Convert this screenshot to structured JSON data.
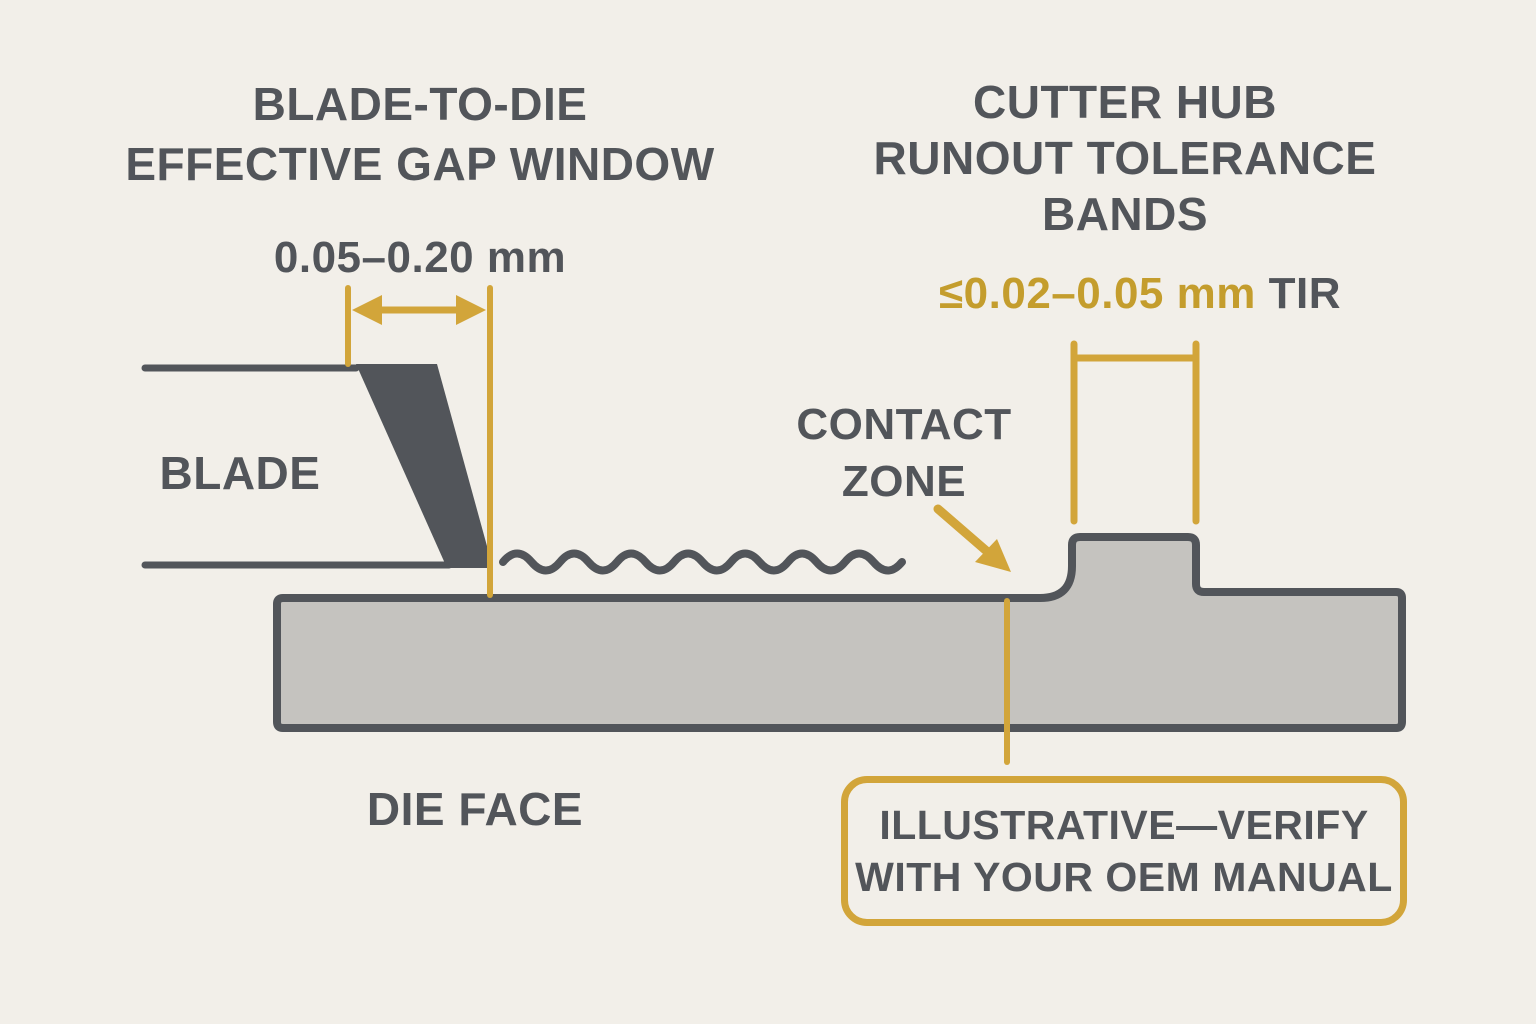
{
  "colors": {
    "background": "#f2efe9",
    "ink": "#52555a",
    "die_fill": "#c5c3bf",
    "gold": "#d2a53a",
    "gold_text": "#c49d2d"
  },
  "gap_annotation": {
    "title_line1": "BLADE-TO-DIE",
    "title_line2": "EFFECTIVE GAP WINDOW",
    "measurement": "0.05–0.20 mm"
  },
  "runout_annotation": {
    "title_line1": "CUTTER HUB",
    "title_line2": "RUNOUT TOLERANCE",
    "title_line3": "BANDS",
    "measurement": "≤0.02–0.05 mm",
    "measurement_suffix": " TIR"
  },
  "labels": {
    "blade": "BLADE",
    "contact_zone_line1": "CONTACT",
    "contact_zone_line2": "ZONE",
    "die_face": "DIE FACE"
  },
  "callout": {
    "line1": "ILLUSTRATIVE—VERIFY",
    "line2": "WITH YOUR OEM MANUAL"
  }
}
